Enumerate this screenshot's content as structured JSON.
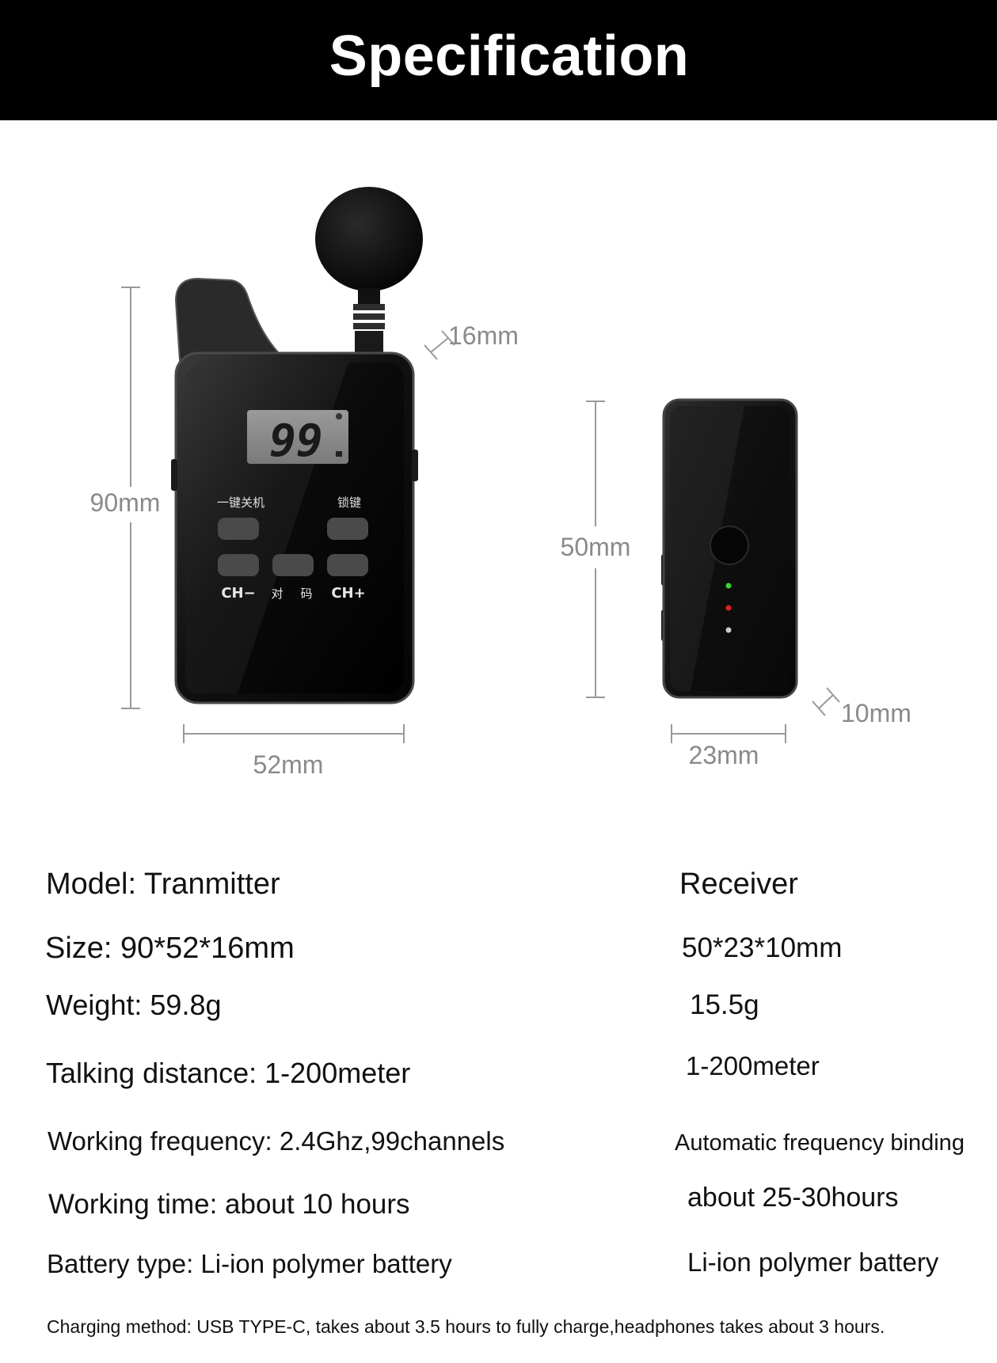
{
  "header": {
    "title": "Specification",
    "bg_color": "#000000",
    "text_color": "#ffffff"
  },
  "illustration": {
    "transmitter": {
      "height_label": "90mm",
      "width_label": "52mm",
      "depth_label": "16mm",
      "display_value": "99",
      "label_power": "一键关机",
      "label_lock": "锁键",
      "label_ch_minus": "CH−",
      "label_pair_1": "对",
      "label_pair_2": "码",
      "label_ch_plus": "CH+"
    },
    "receiver": {
      "height_label": "50mm",
      "width_label": "23mm",
      "depth_label": "10mm",
      "led_colors": [
        "#3bd13b",
        "#e02020",
        "#cccccc"
      ]
    }
  },
  "specs": {
    "model": {
      "left": "Model: Tranmitter",
      "right": "Receiver"
    },
    "size": {
      "left": "Size: 90*52*16mm",
      "right": "50*23*10mm"
    },
    "weight": {
      "left": "Weight: 59.8g",
      "right": "15.5g"
    },
    "distance": {
      "left": "Talking distance: 1-200meter",
      "right": "1-200meter"
    },
    "frequency": {
      "left": "Working frequency: 2.4Ghz,99channels",
      "right": "Automatic frequency binding"
    },
    "time": {
      "left": "Working time: about 10 hours",
      "right": "about 25-30hours"
    },
    "battery": {
      "left": "Battery type: Li-ion polymer battery",
      "right": "Li-ion polymer battery"
    }
  },
  "footer": {
    "charging_note": "Charging method: USB TYPE-C, takes about 3.5 hours to fully charge,headphones takes about 3 hours."
  }
}
